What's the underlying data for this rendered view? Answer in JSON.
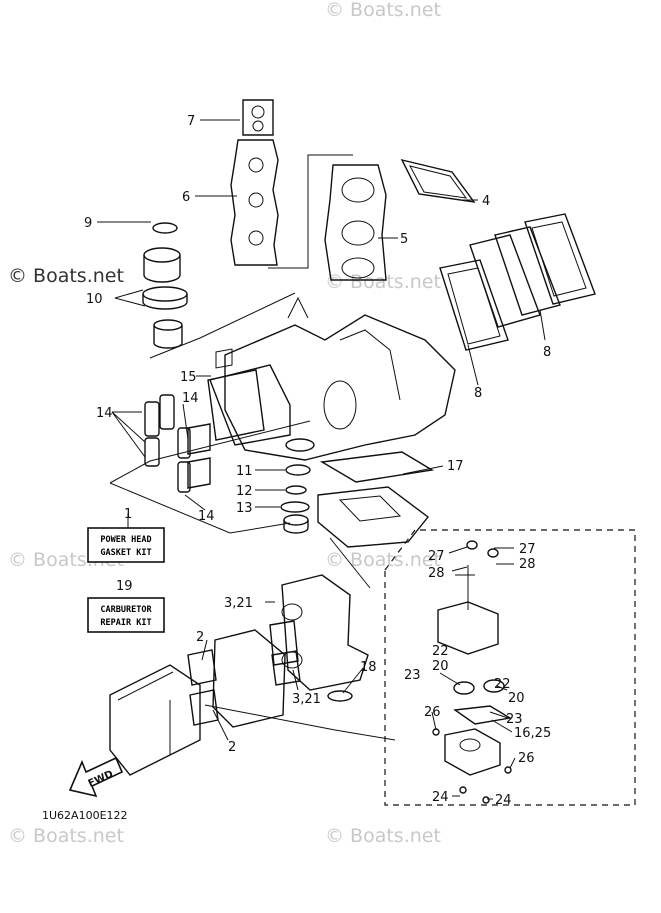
{
  "watermark": "© Boats.net",
  "diagram_code": "1U62A100E122",
  "direction_label": "FWD",
  "kit_boxes": [
    {
      "number": "1",
      "line1": "POWER HEAD",
      "line2": "GASKET KIT"
    },
    {
      "number": "19",
      "line1": "CARBURETOR",
      "line2": "REPAIR KIT"
    }
  ],
  "callouts": {
    "c7": "7",
    "c6": "6",
    "c9": "9",
    "c10": "10",
    "c4": "4",
    "c5": "5",
    "c8a": "8",
    "c8b": "8",
    "c15": "15",
    "c14a": "14",
    "c14b": "14",
    "c14c": "14",
    "c11": "11",
    "c12": "12",
    "c13": "13",
    "c17": "17",
    "c321a": "3,21",
    "c321b": "3,21",
    "c2a": "2",
    "c2b": "2",
    "c18": "18",
    "c27a": "27",
    "c27b": "27",
    "c28a": "28",
    "c28b": "28",
    "c22a": "22",
    "c22b": "22",
    "c20a": "20",
    "c20b": "20",
    "c23a": "23",
    "c23b": "23",
    "c1625": "16,25",
    "c26a": "26",
    "c26b": "26",
    "c24a": "24",
    "c24b": "24"
  }
}
